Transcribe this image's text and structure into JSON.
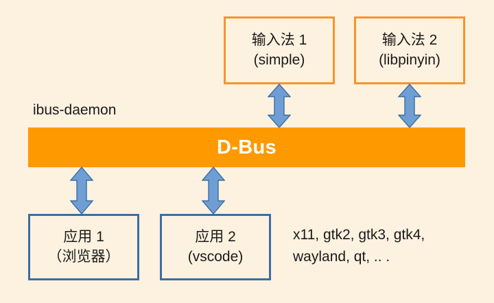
{
  "diagram": {
    "title": "ibus-daemon D-Bus architecture",
    "background_color": "#fdf1e0",
    "orange": "#ff9900",
    "orange_border": "#f79429",
    "blue_border": "#3a6ea5",
    "arrow_fill": "#6f9ed4",
    "arrow_stroke": "#3a6ea5"
  },
  "input_methods": [
    {
      "name_line1": "输入法 1",
      "name_line2": "(simple)"
    },
    {
      "name_line1": "输入法 2",
      "name_line2": "(libpinyin)"
    }
  ],
  "bus": {
    "label": "D-Bus",
    "daemon_label": "ibus-daemon"
  },
  "applications": [
    {
      "name_line1": "应用 1",
      "name_line2": "（浏览器）"
    },
    {
      "name_line1": "应用 2",
      "name_line2": "(vscode)"
    }
  ],
  "toolkits": {
    "line1": "x11, gtk2, gtk3, gtk4,",
    "line2": "wayland, qt, .. ."
  },
  "connectors": [
    {
      "id": "im-1-to-bus",
      "kind": "double-arrow-vertical"
    },
    {
      "id": "im-2-to-bus",
      "kind": "double-arrow-vertical"
    },
    {
      "id": "bus-to-app-1",
      "kind": "double-arrow-vertical"
    },
    {
      "id": "bus-to-app-2",
      "kind": "double-arrow-vertical"
    }
  ]
}
